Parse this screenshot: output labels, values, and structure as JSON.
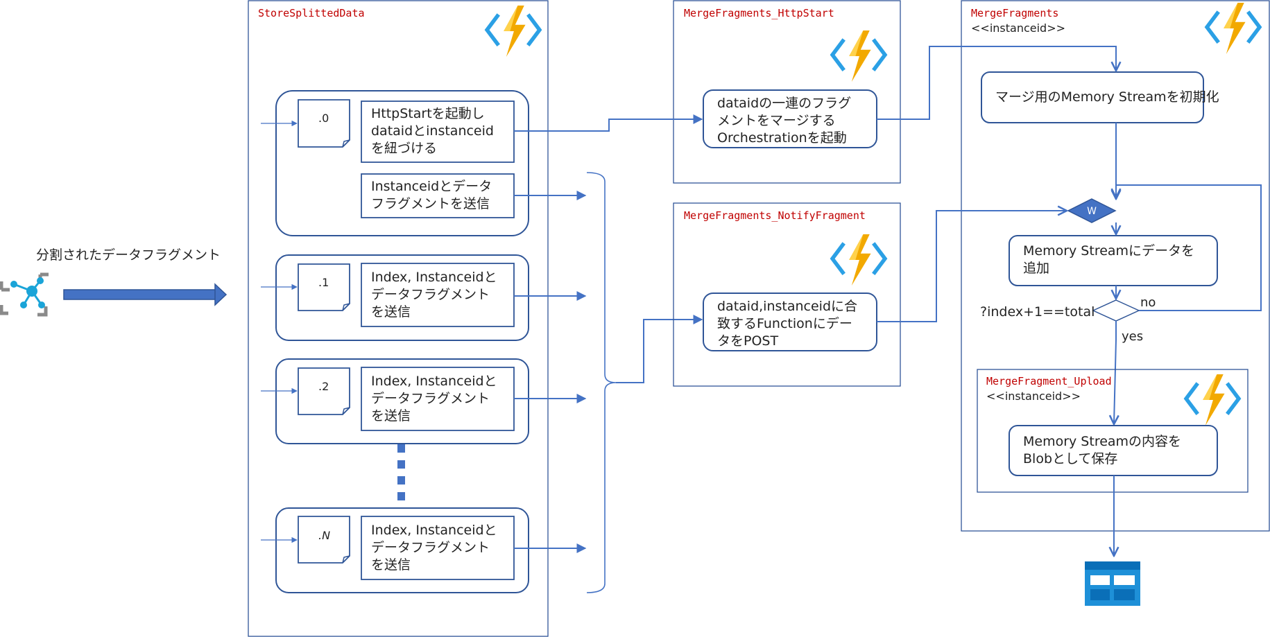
{
  "source_label": "分割されたデータフラグメント",
  "colors": {
    "line": "#4472C4",
    "box": "#2F5597",
    "panel_border": "#2F5597",
    "panel_title": "#C00000",
    "diamond_fill": "#4472C4",
    "bolt": "#F2A900",
    "bracket": "#0078D4"
  },
  "panels": {
    "store": {
      "title": "StoreSplittedData"
    },
    "http_start": {
      "title": "MergeFragments_HttpStart"
    },
    "notify": {
      "title": "MergeFragments_NotifyFragment"
    },
    "merge": {
      "title": "MergeFragments",
      "subtitle": "<<instanceid>>"
    },
    "upload": {
      "title": "MergeFragment_Upload",
      "subtitle": "<<instanceid>>"
    }
  },
  "fragments": [
    {
      "label": ".0",
      "text": [
        "HttpStartを起動し",
        "dataidとinstanceid",
        "を紐づける"
      ]
    },
    {
      "label": ".1",
      "text": [
        "Index, Instanceidと",
        "データフラグメント",
        "を送信"
      ]
    },
    {
      "label": ".2",
      "text": [
        "Index, Instanceidと",
        "データフラグメント",
        "を送信"
      ]
    },
    {
      "label": ".N",
      "text": [
        "Index, Instanceidと",
        "データフラグメント",
        "を送信"
      ]
    }
  ],
  "fragment0_send": [
    "Instanceidとデータ",
    "フラグメントを送信"
  ],
  "http_start_box": [
    "dataidの一連のフラグ",
    "メントをマージする",
    "Orchestrationを起動"
  ],
  "notify_box": [
    "dataid,instanceidに合",
    "致するFunctionにデー",
    "タをPOST"
  ],
  "merge": {
    "init": "マージ用のMemory Streamを初期化",
    "wait_label": "W",
    "append": [
      "Memory Streamにデータを",
      "追加"
    ],
    "condition": "?index+1==total",
    "no_label": "no",
    "yes_label": "yes"
  },
  "upload_box": [
    "Memory Streamの内容を",
    "Blobとして保存"
  ],
  "icons": {
    "source": "event-grid-icon",
    "function": "azure-function-bolt-icon",
    "storage": "blob-storage-table-icon"
  }
}
